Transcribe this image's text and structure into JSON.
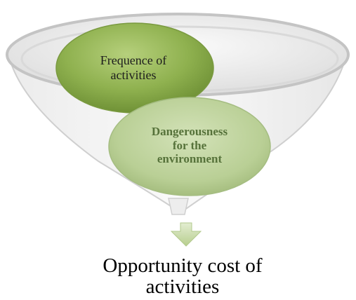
{
  "diagram": {
    "circle_top": {
      "label": "Frequence of\nactivities"
    },
    "circle_bottom": {
      "label": "Dangerousness\nfor the\nenvironment"
    },
    "result": {
      "label": "Opportunity cost of\nactivities"
    }
  },
  "colors": {
    "circle_top_fill": "#8fb14f",
    "circle_bottom_fill": "#b9cf95",
    "arrow_fill": "#c9dca6",
    "funnel_stroke": "#bfbfbf"
  },
  "icons": {
    "arrow": "down-arrow-icon"
  }
}
